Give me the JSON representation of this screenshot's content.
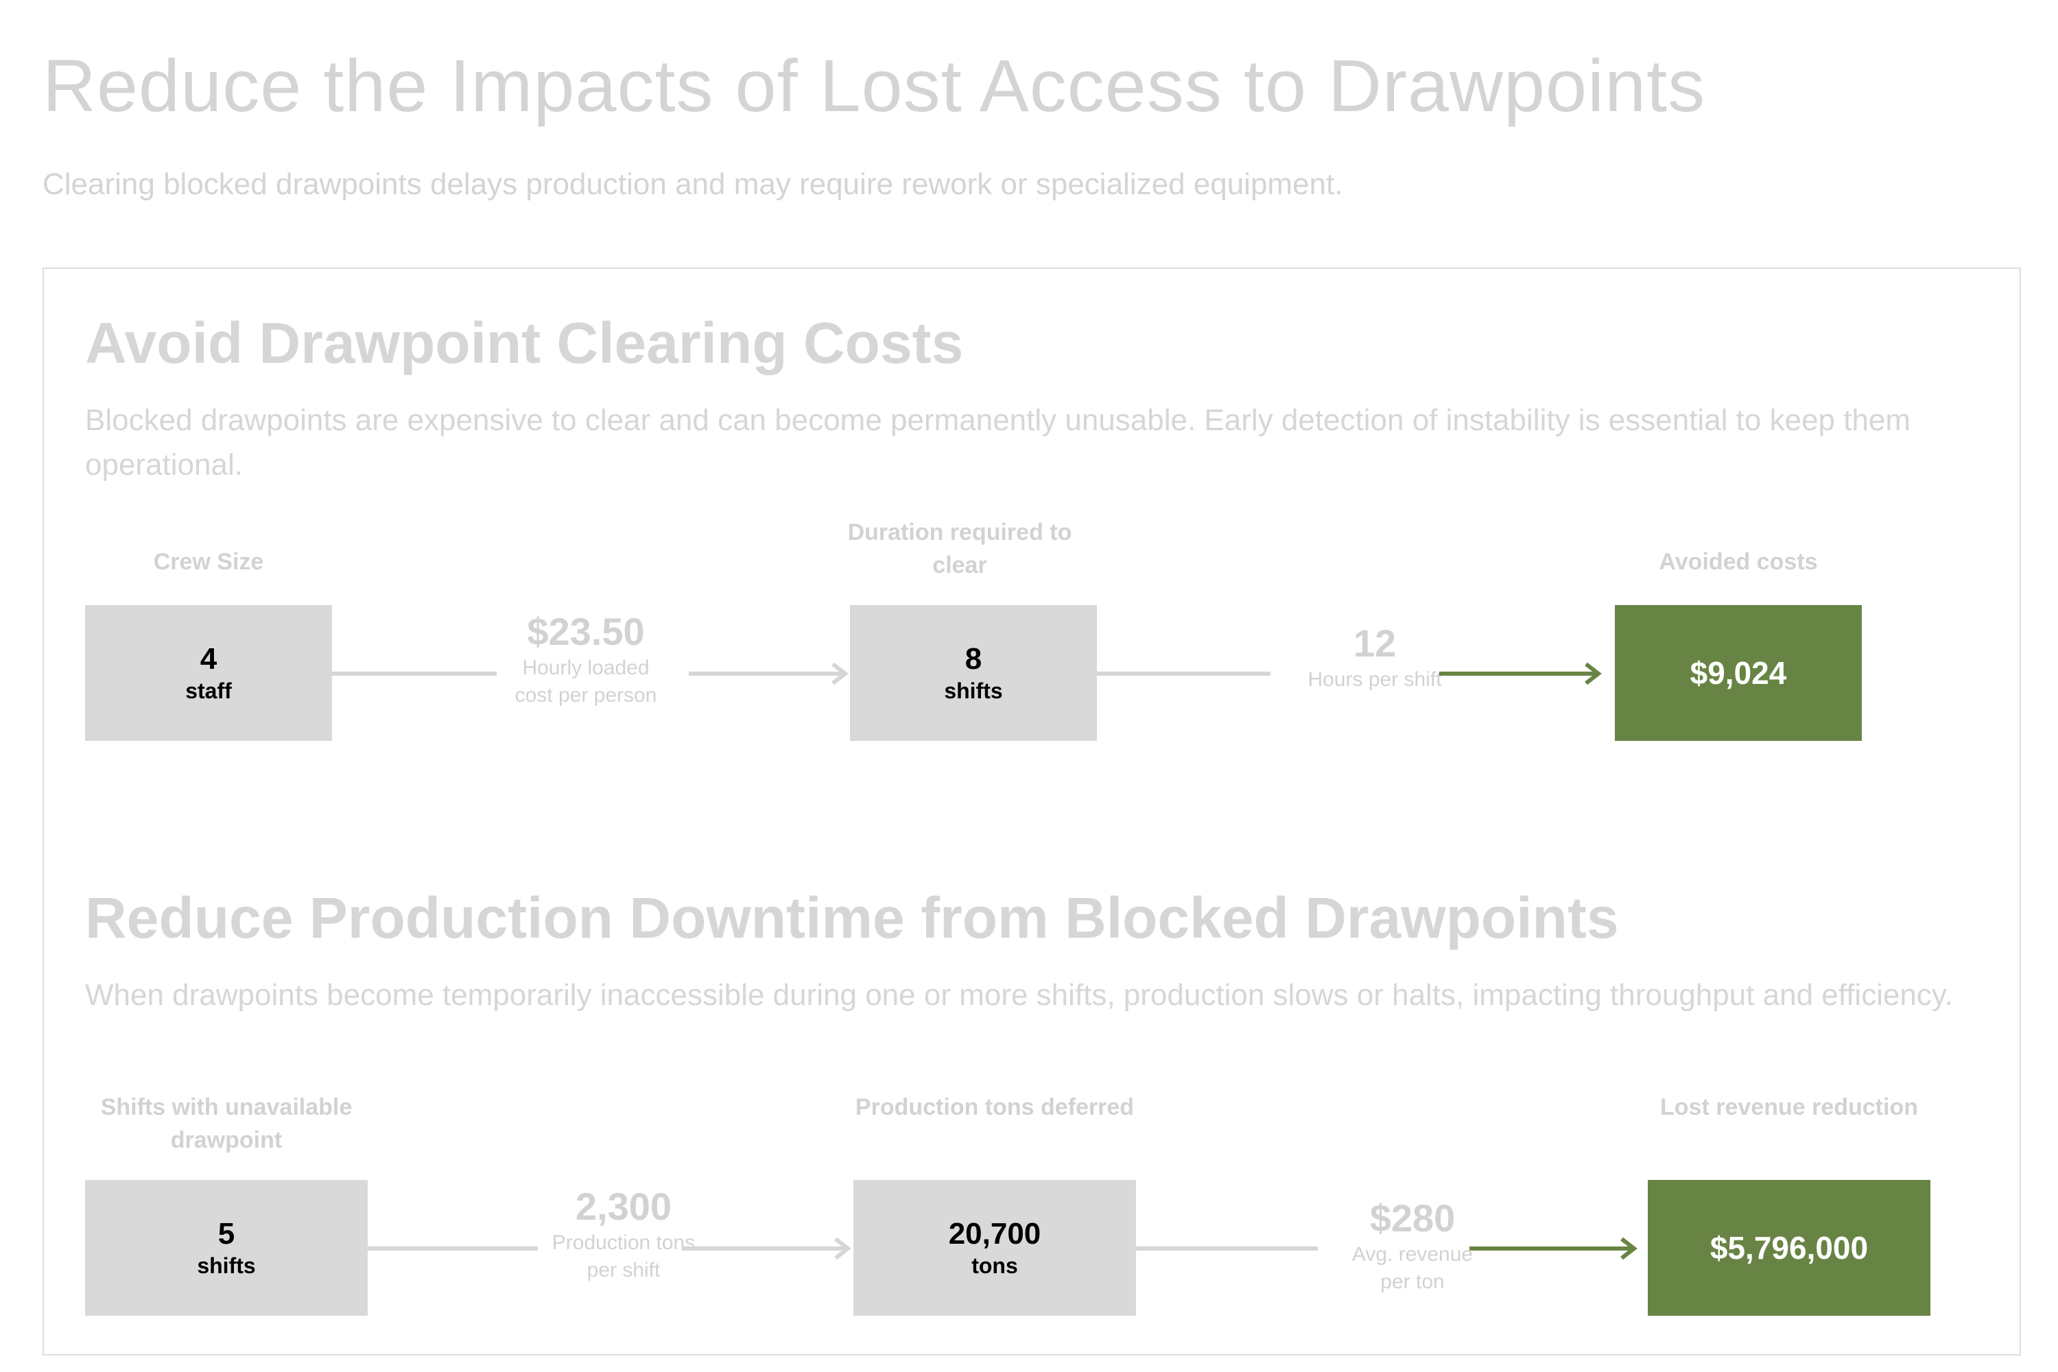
{
  "header": {
    "title": "Reduce the Impacts of Lost Access to Drawpoints",
    "subtitle": "Clearing blocked drawpoints delays production and may require rework or specialized equipment."
  },
  "sections": [
    {
      "title": "Avoid Drawpoint Clearing Costs",
      "description": "Blocked drawpoints are expensive to clear and can become permanently unusable. Early detection of instability is essential to keep them operational.",
      "input1": {
        "caption": "Crew Size",
        "value": "4",
        "unit": "staff"
      },
      "factor1": {
        "value": "$23.50",
        "label": "Hourly loaded cost per person"
      },
      "input2": {
        "caption": "Duration required to clear",
        "value": "8",
        "unit": "shifts"
      },
      "factor2": {
        "value": "12",
        "label": "Hours per shift"
      },
      "result": {
        "caption": "Avoided costs",
        "value": "$9,024"
      }
    },
    {
      "title": "Reduce Production Downtime from Blocked Drawpoints",
      "description": "When drawpoints become temporarily inaccessible during one or more shifts, production slows or halts, impacting throughput and efficiency.",
      "input1": {
        "caption": "Shifts with unavailable drawpoint",
        "value": "5",
        "unit": "shifts"
      },
      "factor1": {
        "value": "2,300",
        "label": "Production tons per shift"
      },
      "input2": {
        "caption": "Production tons deferred",
        "value": "20,700",
        "unit": "tons"
      },
      "factor2": {
        "value": "$280",
        "label": "Avg. revenue per ton"
      },
      "result": {
        "caption": "Lost revenue reduction",
        "value": "$5,796,000"
      }
    }
  ],
  "colors": {
    "result_green": "#688444",
    "input_box_gray": "#d9d9d9",
    "muted_text": "#d4d4d4"
  }
}
